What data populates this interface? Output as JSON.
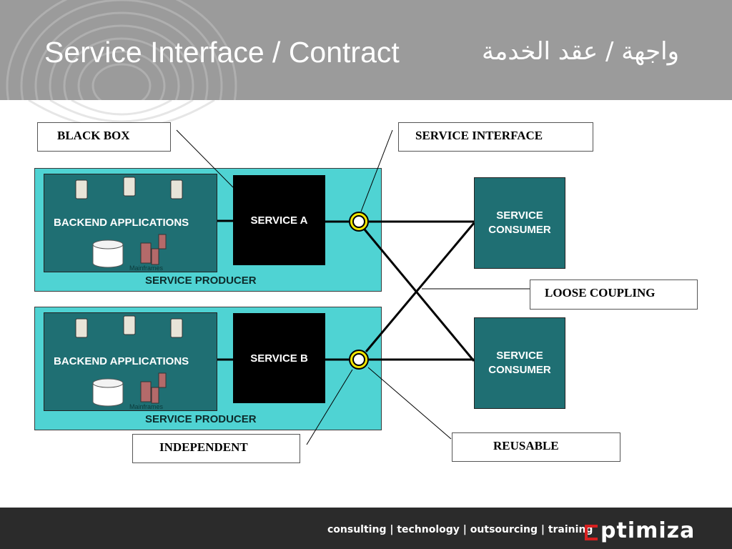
{
  "header": {
    "title_en": "Service Interface / Contract",
    "title_ar": "واجهة / عقد الخدمة"
  },
  "callouts": {
    "black_box": "BLACK BOX",
    "service_interface": "SERVICE INTERFACE",
    "loose_coupling": "LOOSE COUPLING",
    "independent": "INDEPENDENT",
    "reusable": "REUSABLE"
  },
  "producers": [
    {
      "backend_label": "BACKEND APPLICATIONS",
      "mainframes_label": "Mainframes",
      "service_label": "SERVICE A",
      "producer_label": "SERVICE PRODUCER"
    },
    {
      "backend_label": "BACKEND APPLICATIONS",
      "mainframes_label": "Mainframes",
      "service_label": "SERVICE B",
      "producer_label": "SERVICE PRODUCER"
    }
  ],
  "consumers": [
    {
      "line1": "SERVICE",
      "line2": "CONSUMER"
    },
    {
      "line1": "SERVICE",
      "line2": "CONSUMER"
    }
  ],
  "footer": {
    "tagline": "consulting | technology | outsourcing | training",
    "logo": "ptimiza"
  },
  "colors": {
    "header": "#9b9b9b",
    "producer_fill": "#4fd3d3",
    "backend_fill": "#1f6f73",
    "service_fill": "#000000",
    "interface_ring": "#f2e600",
    "footer": "#2b2b2b",
    "logo_accent": "#d62020"
  },
  "icons": [
    "fingerprint-watermark",
    "server-icon",
    "database-icon",
    "mainframe-icon",
    "interface-connector-icon"
  ]
}
